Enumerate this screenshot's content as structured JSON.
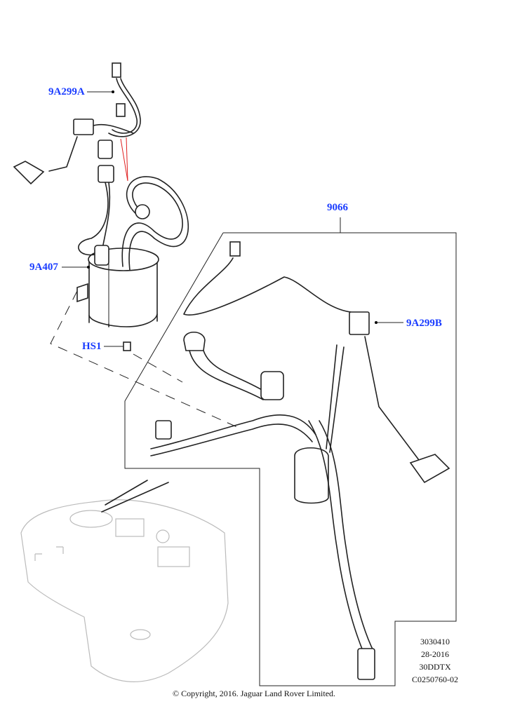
{
  "callouts": {
    "harness_a": "9A299A",
    "pump": "9A407",
    "screw": "HS1",
    "assembly": "9066",
    "harness_b": "9A299B"
  },
  "reference": {
    "line1": "3030410",
    "line2": "28-2016",
    "line3": "30DDTX",
    "line4": "C0250760-02"
  },
  "copyright": "© Copyright, 2016. Jaguar Land Rover Limited.",
  "colors": {
    "callout": "#1a3cff",
    "guide_line": "#e02020"
  }
}
